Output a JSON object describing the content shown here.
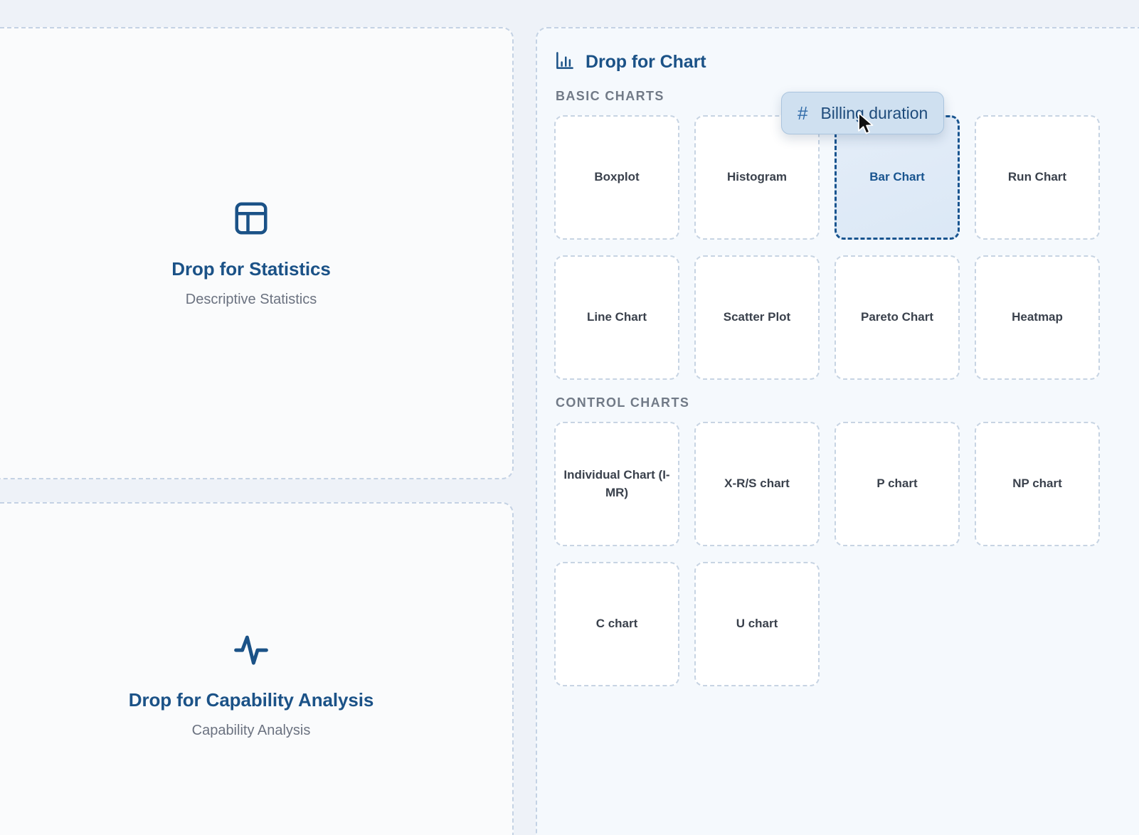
{
  "left_column": {
    "statistics_zone": {
      "icon": "table-grid-icon",
      "title": "Drop for Statistics",
      "subtitle": "Descriptive Statistics"
    },
    "capability_zone": {
      "icon": "activity-pulse-icon",
      "title": "Drop for Capability Analysis",
      "subtitle": "Capability Analysis"
    }
  },
  "chart_panel": {
    "header": {
      "icon": "bar-chart-icon",
      "title": "Drop for Chart"
    },
    "sections": [
      {
        "label": "BASIC CHARTS",
        "tiles": [
          {
            "label": "Boxplot",
            "active": false
          },
          {
            "label": "Histogram",
            "active": false
          },
          {
            "label": "Bar Chart",
            "active": true
          },
          {
            "label": "Run Chart",
            "active": false
          },
          {
            "label": "Line Chart",
            "active": false
          },
          {
            "label": "Scatter Plot",
            "active": false
          },
          {
            "label": "Pareto Chart",
            "active": false
          },
          {
            "label": "Heatmap",
            "active": false
          }
        ]
      },
      {
        "label": "CONTROL CHARTS",
        "tiles": [
          {
            "label": "Individual Chart (I-MR)",
            "active": false
          },
          {
            "label": "X-R/S chart",
            "active": false
          },
          {
            "label": "P chart",
            "active": false
          },
          {
            "label": "NP chart",
            "active": false
          },
          {
            "label": "C chart",
            "active": false
          },
          {
            "label": "U chart",
            "active": false
          }
        ]
      }
    ]
  },
  "drag_chip": {
    "icon": "hash-icon",
    "hash_symbol": "#",
    "field_name": "Billing duration"
  },
  "colors": {
    "accent_blue": "#1b5287",
    "active_border": "#18548f",
    "dashed_border": "#c4d2e4",
    "tile_label": "#3a414c",
    "section_label": "#717a87",
    "panel_bg": "#f5f9fd",
    "left_panel_bg": "#fafbfc",
    "page_bg": "#eef2f8",
    "chip_bg": "#cfe0f0"
  }
}
